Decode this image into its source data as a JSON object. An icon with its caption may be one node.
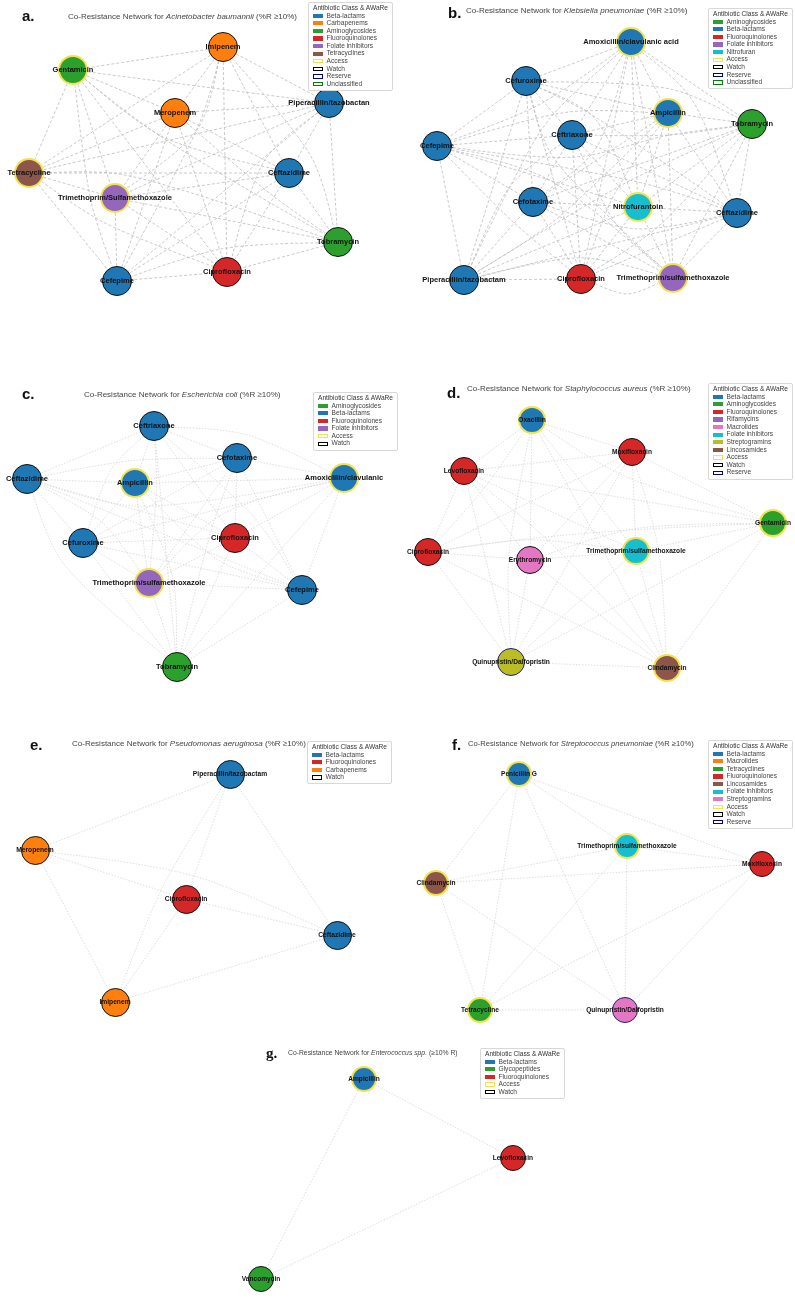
{
  "diagram": {
    "nodes": [
      {
        "text": [
          "Imipenem"
        ]
      },
      {
        "text": [
          "Gentamicin"
        ]
      },
      {
        "text": [
          "Piperacillin/tazobactan"
        ]
      },
      {
        "text": [
          "Meropenem"
        ]
      },
      {
        "text": [
          "Tetracycline"
        ]
      },
      {
        "text": [
          "Ceftazidime"
        ]
      },
      {
        "text": [
          "Trimethoprim/Sulfamethoxazole"
        ]
      },
      {
        "text": [
          "Tobramycin"
        ]
      },
      {
        "text": [
          "Ciprofloxacin"
        ]
      },
      {
        "text": [
          "Cefepime"
        ]
      },
      {
        "text": [
          "Amoxicillin/clavulanic acid"
        ]
      },
      {
        "text": [
          "Cefuroxime"
        ]
      },
      {
        "text": [
          "Ampicillin"
        ]
      },
      {
        "text": [
          "Tobramycin"
        ]
      },
      {
        "text": [
          "Ceftriaxone"
        ]
      },
      {
        "text": [
          "Cefepime"
        ]
      },
      {
        "text": [
          "Cefotaxime"
        ]
      },
      {
        "text": [
          "Nitrofurantoin"
        ]
      },
      {
        "text": [
          "Ceftazidime"
        ]
      },
      {
        "text": [
          "Piperacillin/tazobactam"
        ]
      },
      {
        "text": [
          "Ciprofloxacin"
        ]
      },
      {
        "text": [
          "Trimethoprim/sulfamethoxazole"
        ]
      },
      {
        "text": [
          "Ceftriaxone"
        ]
      },
      {
        "text": [
          "Cefotaxime"
        ]
      },
      {
        "text": [
          "Ceftazidime"
        ]
      },
      {
        "text": [
          "Ampicillin"
        ]
      },
      {
        "text": [
          "Amoxicillin/clavulanic"
        ]
      },
      {
        "text": [
          "Cefuroxime"
        ]
      },
      {
        "text": [
          "Ciprofloxacin"
        ]
      },
      {
        "text": [
          "Trimethoprim/sulfamethoxazole"
        ]
      },
      {
        "text": [
          "Cefepime"
        ]
      },
      {
        "text": [
          "Tobramycin"
        ]
      },
      {
        "text": [
          "Oxacillin"
        ]
      },
      {
        "text": [
          "Moxifloxacin"
        ]
      },
      {
        "text": [
          "Levofloxacin"
        ]
      },
      {
        "text": [
          "Gentamicin"
        ]
      },
      {
        "text": [
          "Ciprofloxacin"
        ]
      },
      {
        "text": [
          "Trimethoprim/sulfamethoxazole"
        ]
      },
      {
        "text": [
          "Erythromycin"
        ]
      },
      {
        "text": [
          "Quinupristin/Dalfopristin"
        ]
      },
      {
        "text": [
          "Clindamycin"
        ]
      },
      {
        "text": [
          "Piperacillin/tazobactam"
        ]
      },
      {
        "text": [
          "Meropenem"
        ]
      },
      {
        "text": [
          "Ciprofloxacin"
        ]
      },
      {
        "text": [
          "Ceftazidime"
        ]
      },
      {
        "text": [
          "Imipenem"
        ]
      },
      {
        "text": [
          "Penicillin G"
        ]
      },
      {
        "text": [
          "Trimethoprim/sulfamethoxazole"
        ]
      },
      {
        "text": [
          "Moxifloxacin"
        ]
      },
      {
        "text": [
          "Clindamycin"
        ]
      },
      {
        "text": [
          "Tetracycline"
        ]
      },
      {
        "text": [
          "Quinupristin/Dalfopristin"
        ]
      },
      {
        "text": [
          "Ampicillin"
        ]
      },
      {
        "text": [
          "Levofloxacin"
        ]
      },
      {
        "text": [
          "Vancomycin"
        ]
      }
    ],
    "edges": [
      {
        "from": 0,
        "to": 1,
        "arrow": "none"
      },
      {
        "from": 0,
        "to": 2,
        "arrow": "none"
      },
      {
        "from": 0,
        "to": 3,
        "arrow": "none"
      },
      {
        "from": 0,
        "to": 4,
        "arrow": "none"
      },
      {
        "from": 0,
        "to": 5,
        "arrow": "none"
      },
      {
        "from": 0,
        "to": 6,
        "arrow": "none"
      },
      {
        "from": 0,
        "to": 7,
        "arrow": "none"
      },
      {
        "from": 0,
        "to": 8,
        "arrow": "none"
      },
      {
        "from": 0,
        "to": 9,
        "arrow": "none"
      },
      {
        "from": 1,
        "to": 2,
        "arrow": "none"
      },
      {
        "from": 1,
        "to": 3,
        "arrow": "none"
      },
      {
        "from": 1,
        "to": 4,
        "arrow": "none"
      },
      {
        "from": 1,
        "to": 5,
        "arrow": "none"
      },
      {
        "from": 1,
        "to": 6,
        "arrow": "none"
      },
      {
        "from": 1,
        "to": 7,
        "arrow": "none"
      },
      {
        "from": 1,
        "to": 8,
        "arrow": "none"
      },
      {
        "from": 1,
        "to": 9,
        "arrow": "none"
      },
      {
        "from": 2,
        "to": 3,
        "arrow": "none"
      },
      {
        "from": 2,
        "to": 4,
        "arrow": "none"
      },
      {
        "from": 2,
        "to": 5,
        "arrow": "none"
      },
      {
        "from": 2,
        "to": 6,
        "arrow": "none"
      },
      {
        "from": 2,
        "to": 7,
        "arrow": "none"
      },
      {
        "from": 2,
        "to": 8,
        "arrow": "none"
      },
      {
        "from": 2,
        "to": 9,
        "arrow": "none"
      },
      {
        "from": 3,
        "to": 4,
        "arrow": "none"
      },
      {
        "from": 3,
        "to": 5,
        "arrow": "none"
      },
      {
        "from": 3,
        "to": 6,
        "arrow": "none"
      },
      {
        "from": 3,
        "to": 7,
        "arrow": "none"
      },
      {
        "from": 3,
        "to": 8,
        "arrow": "none"
      },
      {
        "from": 3,
        "to": 9,
        "arrow": "none"
      },
      {
        "from": 4,
        "to": 5,
        "arrow": "none"
      },
      {
        "from": 4,
        "to": 6,
        "arrow": "none"
      },
      {
        "from": 4,
        "to": 7,
        "arrow": "none"
      },
      {
        "from": 4,
        "to": 8,
        "arrow": "none"
      },
      {
        "from": 4,
        "to": 9,
        "arrow": "none"
      },
      {
        "from": 5,
        "to": 6,
        "arrow": "none"
      },
      {
        "from": 5,
        "to": 7,
        "arrow": "none"
      },
      {
        "from": 5,
        "to": 8,
        "arrow": "none"
      },
      {
        "from": 5,
        "to": 9,
        "arrow": "none"
      },
      {
        "from": 6,
        "to": 7,
        "arrow": "none"
      },
      {
        "from": 6,
        "to": 8,
        "arrow": "none"
      },
      {
        "from": 6,
        "to": 9,
        "arrow": "none"
      },
      {
        "from": 7,
        "to": 8,
        "arrow": "none"
      },
      {
        "from": 7,
        "to": 9,
        "arrow": "none"
      },
      {
        "from": 8,
        "to": 9,
        "arrow": "none"
      },
      {
        "from": 10,
        "to": 11,
        "arrow": "none"
      },
      {
        "from": 10,
        "to": 12,
        "arrow": "none"
      },
      {
        "from": 10,
        "to": 13,
        "arrow": "none"
      },
      {
        "from": 10,
        "to": 14,
        "arrow": "none"
      },
      {
        "from": 10,
        "to": 15,
        "arrow": "none"
      },
      {
        "from": 10,
        "to": 16,
        "arrow": "none"
      },
      {
        "from": 10,
        "to": 17,
        "arrow": "none"
      },
      {
        "from": 10,
        "to": 18,
        "arrow": "none"
      },
      {
        "from": 10,
        "to": 19,
        "arrow": "none"
      },
      {
        "from": 10,
        "to": 20,
        "arrow": "none"
      },
      {
        "from": 10,
        "to": 21,
        "arrow": "none"
      },
      {
        "from": 11,
        "to": 12,
        "arrow": "none"
      },
      {
        "from": 11,
        "to": 13,
        "arrow": "none"
      },
      {
        "from": 11,
        "to": 14,
        "arrow": "none"
      },
      {
        "from": 11,
        "to": 15,
        "arrow": "none"
      },
      {
        "from": 11,
        "to": 16,
        "arrow": "none"
      },
      {
        "from": 11,
        "to": 17,
        "arrow": "none"
      },
      {
        "from": 11,
        "to": 18,
        "arrow": "none"
      },
      {
        "from": 11,
        "to": 19,
        "arrow": "none"
      },
      {
        "from": 11,
        "to": 20,
        "arrow": "none"
      },
      {
        "from": 11,
        "to": 21,
        "arrow": "none"
      },
      {
        "from": 12,
        "to": 13,
        "arrow": "none"
      },
      {
        "from": 12,
        "to": 14,
        "arrow": "none"
      },
      {
        "from": 12,
        "to": 15,
        "arrow": "none"
      },
      {
        "from": 12,
        "to": 16,
        "arrow": "none"
      },
      {
        "from": 12,
        "to": 17,
        "arrow": "none"
      },
      {
        "from": 12,
        "to": 18,
        "arrow": "none"
      },
      {
        "from": 12,
        "to": 19,
        "arrow": "none"
      },
      {
        "from": 12,
        "to": 20,
        "arrow": "none"
      },
      {
        "from": 12,
        "to": 21,
        "arrow": "none"
      },
      {
        "from": 13,
        "to": 14,
        "arrow": "none"
      },
      {
        "from": 13,
        "to": 15,
        "arrow": "none"
      },
      {
        "from": 13,
        "to": 16,
        "arrow": "none"
      },
      {
        "from": 13,
        "to": 17,
        "arrow": "none"
      },
      {
        "from": 13,
        "to": 18,
        "arrow": "none"
      },
      {
        "from": 13,
        "to": 19,
        "arrow": "none"
      },
      {
        "from": 13,
        "to": 20,
        "arrow": "none"
      },
      {
        "from": 13,
        "to": 21,
        "arrow": "none"
      },
      {
        "from": 14,
        "to": 15,
        "arrow": "none"
      },
      {
        "from": 14,
        "to": 16,
        "arrow": "none"
      },
      {
        "from": 14,
        "to": 17,
        "arrow": "none"
      },
      {
        "from": 14,
        "to": 18,
        "arrow": "none"
      },
      {
        "from": 14,
        "to": 19,
        "arrow": "none"
      },
      {
        "from": 14,
        "to": 20,
        "arrow": "none"
      },
      {
        "from": 14,
        "to": 21,
        "arrow": "none"
      },
      {
        "from": 15,
        "to": 16,
        "arrow": "none"
      },
      {
        "from": 15,
        "to": 17,
        "arrow": "none"
      },
      {
        "from": 15,
        "to": 18,
        "arrow": "none"
      },
      {
        "from": 15,
        "to": 19,
        "arrow": "none"
      },
      {
        "from": 15,
        "to": 20,
        "arrow": "none"
      },
      {
        "from": 15,
        "to": 21,
        "arrow": "none"
      },
      {
        "from": 16,
        "to": 17,
        "arrow": "none"
      },
      {
        "from": 16,
        "to": 18,
        "arrow": "none"
      },
      {
        "from": 16,
        "to": 19,
        "arrow": "none"
      },
      {
        "from": 16,
        "to": 20,
        "arrow": "none"
      },
      {
        "from": 16,
        "to": 21,
        "arrow": "none"
      },
      {
        "from": 17,
        "to": 18,
        "arrow": "none"
      },
      {
        "from": 17,
        "to": 19,
        "arrow": "none"
      },
      {
        "from": 17,
        "to": 20,
        "arrow": "none"
      },
      {
        "from": 17,
        "to": 21,
        "arrow": "none"
      },
      {
        "from": 18,
        "to": 19,
        "arrow": "none"
      },
      {
        "from": 18,
        "to": 20,
        "arrow": "none"
      },
      {
        "from": 18,
        "to": 21,
        "arrow": "none"
      },
      {
        "from": 19,
        "to": 20,
        "arrow": "none"
      },
      {
        "from": 19,
        "to": 21,
        "arrow": "none"
      },
      {
        "from": 20,
        "to": 21,
        "arrow": "none"
      },
      {
        "from": 22,
        "to": 23,
        "arrow": "none"
      },
      {
        "from": 22,
        "to": 24,
        "arrow": "none"
      },
      {
        "from": 22,
        "to": 25,
        "arrow": "none"
      },
      {
        "from": 22,
        "to": 26,
        "arrow": "none"
      },
      {
        "from": 22,
        "to": 27,
        "arrow": "none"
      },
      {
        "from": 22,
        "to": 28,
        "arrow": "none"
      },
      {
        "from": 22,
        "to": 29,
        "arrow": "none"
      },
      {
        "from": 22,
        "to": 30,
        "arrow": "none"
      },
      {
        "from": 22,
        "to": 31,
        "arrow": "none"
      },
      {
        "from": 23,
        "to": 24,
        "arrow": "none"
      },
      {
        "from": 23,
        "to": 25,
        "arrow": "none"
      },
      {
        "from": 23,
        "to": 26,
        "arrow": "none"
      },
      {
        "from": 23,
        "to": 27,
        "arrow": "none"
      },
      {
        "from": 23,
        "to": 28,
        "arrow": "none"
      },
      {
        "from": 23,
        "to": 29,
        "arrow": "none"
      },
      {
        "from": 23,
        "to": 30,
        "arrow": "none"
      },
      {
        "from": 23,
        "to": 31,
        "arrow": "none"
      },
      {
        "from": 24,
        "to": 25,
        "arrow": "none"
      },
      {
        "from": 24,
        "to": 26,
        "arrow": "none"
      },
      {
        "from": 24,
        "to": 27,
        "arrow": "none"
      },
      {
        "from": 24,
        "to": 28,
        "arrow": "none"
      },
      {
        "from": 24,
        "to": 29,
        "arrow": "none"
      },
      {
        "from": 24,
        "to": 30,
        "arrow": "none"
      },
      {
        "from": 24,
        "to": 31,
        "arrow": "none"
      },
      {
        "from": 25,
        "to": 26,
        "arrow": "none"
      },
      {
        "from": 25,
        "to": 27,
        "arrow": "none"
      },
      {
        "from": 25,
        "to": 28,
        "arrow": "none"
      },
      {
        "from": 25,
        "to": 29,
        "arrow": "none"
      },
      {
        "from": 25,
        "to": 30,
        "arrow": "none"
      },
      {
        "from": 25,
        "to": 31,
        "arrow": "none"
      },
      {
        "from": 26,
        "to": 27,
        "arrow": "none"
      },
      {
        "from": 26,
        "to": 28,
        "arrow": "none"
      },
      {
        "from": 26,
        "to": 29,
        "arrow": "none"
      },
      {
        "from": 26,
        "to": 30,
        "arrow": "none"
      },
      {
        "from": 26,
        "to": 31,
        "arrow": "none"
      },
      {
        "from": 27,
        "to": 28,
        "arrow": "none"
      },
      {
        "from": 27,
        "to": 29,
        "arrow": "none"
      },
      {
        "from": 27,
        "to": 30,
        "arrow": "none"
      },
      {
        "from": 27,
        "to": 31,
        "arrow": "none"
      },
      {
        "from": 28,
        "to": 29,
        "arrow": "none"
      },
      {
        "from": 28,
        "to": 30,
        "arrow": "none"
      },
      {
        "from": 28,
        "to": 31,
        "arrow": "none"
      },
      {
        "from": 29,
        "to": 30,
        "arrow": "none"
      },
      {
        "from": 29,
        "to": 31,
        "arrow": "none"
      },
      {
        "from": 30,
        "to": 31,
        "arrow": "none"
      },
      {
        "from": 32,
        "to": 33,
        "arrow": "none"
      },
      {
        "from": 32,
        "to": 34,
        "arrow": "none"
      },
      {
        "from": 32,
        "to": 35,
        "arrow": "none"
      },
      {
        "from": 32,
        "to": 36,
        "arrow": "none"
      },
      {
        "from": 32,
        "to": 37,
        "arrow": "none"
      },
      {
        "from": 32,
        "to": 38,
        "arrow": "none"
      },
      {
        "from": 32,
        "to": 39,
        "arrow": "none"
      },
      {
        "from": 32,
        "to": 40,
        "arrow": "none"
      },
      {
        "from": 33,
        "to": 34,
        "arrow": "none"
      },
      {
        "from": 33,
        "to": 35,
        "arrow": "none"
      },
      {
        "from": 33,
        "to": 36,
        "arrow": "none"
      },
      {
        "from": 33,
        "to": 37,
        "arrow": "none"
      },
      {
        "from": 33,
        "to": 38,
        "arrow": "none"
      },
      {
        "from": 33,
        "to": 39,
        "arrow": "none"
      },
      {
        "from": 33,
        "to": 40,
        "arrow": "none"
      },
      {
        "from": 34,
        "to": 35,
        "arrow": "none"
      },
      {
        "from": 34,
        "to": 36,
        "arrow": "none"
      },
      {
        "from": 34,
        "to": 37,
        "arrow": "none"
      },
      {
        "from": 34,
        "to": 38,
        "arrow": "none"
      },
      {
        "from": 34,
        "to": 39,
        "arrow": "none"
      },
      {
        "from": 34,
        "to": 40,
        "arrow": "none"
      },
      {
        "from": 35,
        "to": 36,
        "arrow": "none"
      },
      {
        "from": 35,
        "to": 37,
        "arrow": "none"
      },
      {
        "from": 35,
        "to": 38,
        "arrow": "none"
      },
      {
        "from": 35,
        "to": 39,
        "arrow": "none"
      },
      {
        "from": 35,
        "to": 40,
        "arrow": "none"
      },
      {
        "from": 36,
        "to": 37,
        "arrow": "none"
      },
      {
        "from": 36,
        "to": 38,
        "arrow": "none"
      },
      {
        "from": 36,
        "to": 39,
        "arrow": "none"
      },
      {
        "from": 36,
        "to": 40,
        "arrow": "none"
      },
      {
        "from": 37,
        "to": 38,
        "arrow": "none"
      },
      {
        "from": 37,
        "to": 39,
        "arrow": "none"
      },
      {
        "from": 37,
        "to": 40,
        "arrow": "none"
      },
      {
        "from": 38,
        "to": 39,
        "arrow": "none"
      },
      {
        "from": 38,
        "to": 40,
        "arrow": "none"
      },
      {
        "from": 39,
        "to": 40,
        "arrow": "none"
      },
      {
        "from": 41,
        "to": 42,
        "arrow": "none"
      },
      {
        "from": 41,
        "to": 43,
        "arrow": "none"
      },
      {
        "from": 41,
        "to": 44,
        "arrow": "none"
      },
      {
        "from": 41,
        "to": 45,
        "arrow": "none"
      },
      {
        "from": 42,
        "to": 43,
        "arrow": "none"
      },
      {
        "from": 42,
        "to": 44,
        "arrow": "none"
      },
      {
        "from": 42,
        "to": 45,
        "arrow": "none"
      },
      {
        "from": 43,
        "to": 44,
        "arrow": "none"
      },
      {
        "from": 43,
        "to": 45,
        "arrow": "none"
      },
      {
        "from": 44,
        "to": 45,
        "arrow": "none"
      },
      {
        "from": 46,
        "to": 47,
        "arrow": "none"
      },
      {
        "from": 46,
        "to": 48,
        "arrow": "none"
      },
      {
        "from": 46,
        "to": 49,
        "arrow": "none"
      },
      {
        "from": 46,
        "to": 50,
        "arrow": "none"
      },
      {
        "from": 46,
        "to": 51,
        "arrow": "none"
      },
      {
        "from": 47,
        "to": 48,
        "arrow": "none"
      },
      {
        "from": 47,
        "to": 49,
        "arrow": "none"
      },
      {
        "from": 47,
        "to": 50,
        "arrow": "none"
      },
      {
        "from": 47,
        "to": 51,
        "arrow": "none"
      },
      {
        "from": 48,
        "to": 49,
        "arrow": "none"
      },
      {
        "from": 48,
        "to": 50,
        "arrow": "none"
      },
      {
        "from": 48,
        "to": 51,
        "arrow": "none"
      },
      {
        "from": 49,
        "to": 50,
        "arrow": "none"
      },
      {
        "from": 49,
        "to": 51,
        "arrow": "none"
      },
      {
        "from": 50,
        "to": 51,
        "arrow": "none"
      },
      {
        "from": 52,
        "to": 53,
        "arrow": "none"
      },
      {
        "from": 52,
        "to": 54,
        "arrow": "none"
      },
      {
        "from": 53,
        "to": 54,
        "arrow": "none"
      }
    ],
    "labels": [
      "a.",
      "Co-Resistance Network for *Acinetobacter baumannii* (%R ≥10%)",
      "Antibiotic Class & AWaRe",
      "b.",
      "Co-Resistance Network for *Klebsiella pneumoniae* (%R ≥10%)",
      "Antibiotic Class & AWaRe",
      "c.",
      "Co-Resistance Network for *Escherichia coli* (%R ≥10%)",
      "Antibiotic Class & AWaRe",
      "d.",
      "Co-Resistance Network for *Staphylococcus aureus* (%R ≥10%)",
      "Antibiotic Class & AWaRe",
      "e.",
      "Co-Resistance Network for *Pseudomonas aeruginosa* (%R ≥10%)",
      "Antibiotic Class & AWaRe",
      "f.",
      "Co-Resistance Network for *Streptococcus pneumoniae* (%R ≥10%)",
      "Antibiotic Class & AWaRe",
      "g.",
      "Co-Resistance Network for *Enterococcus spp.* (≥10% R)",
      "Antibiotic Class & AWaRe"
    ],
    "legend": [
      {
        "text": "Beta-lactams",
        "color": "#1f77b4"
      },
      {
        "text": "Carbapenems",
        "color": "#ff7f0e"
      },
      {
        "text": "Aminoglycosides",
        "color": "#2ca02c"
      },
      {
        "text": "Fluoroquinolones",
        "color": "#d62728"
      },
      {
        "text": "Folate inhibitors",
        "color": "#9467bd"
      },
      {
        "text": "Tetracyclines",
        "color": "#8c564b"
      },
      {
        "text": "Access",
        "color": "#f2e34c"
      },
      {
        "text": "Watch",
        "color": "#000000"
      },
      {
        "text": "Reserve",
        "color": "#00008b"
      },
      {
        "text": "Unclassified",
        "color": "#008000"
      },
      {
        "text": "Aminoglycosides",
        "color": "#2ca02c"
      },
      {
        "text": "Beta-lactams",
        "color": "#1f77b4"
      },
      {
        "text": "Fluoroquinolones",
        "color": "#d62728"
      },
      {
        "text": "Folate inhibitors",
        "color": "#9467bd"
      },
      {
        "text": "Nitrofuran",
        "color": "#17becf"
      },
      {
        "text": "Access",
        "color": "#f2e34c"
      },
      {
        "text": "Watch",
        "color": "#000000"
      },
      {
        "text": "Reserve",
        "color": "#00008b"
      },
      {
        "text": "Unclassified",
        "color": "#008000"
      },
      {
        "text": "Aminoglycosides",
        "color": "#2ca02c"
      },
      {
        "text": "Beta-lactams",
        "color": "#1f77b4"
      },
      {
        "text": "Fluoroquinolones",
        "color": "#d62728"
      },
      {
        "text": "Folate inhibitors",
        "color": "#9467bd"
      },
      {
        "text": "Access",
        "color": "#f2e34c"
      },
      {
        "text": "Watch",
        "color": "#000000"
      },
      {
        "text": "Beta-lactams",
        "color": "#1f77b4"
      },
      {
        "text": "Aminoglycosides",
        "color": "#2ca02c"
      },
      {
        "text": "Fluoroquinolones",
        "color": "#d62728"
      },
      {
        "text": "Rifamycins",
        "color": "#9467bd"
      },
      {
        "text": "Macrolides",
        "color": "#e377c2"
      },
      {
        "text": "Folate inhibitors",
        "color": "#17becf"
      },
      {
        "text": "Streptogramins",
        "color": "#bcbd22"
      },
      {
        "text": "Lincosamides",
        "color": "#8c564b"
      },
      {
        "text": "Access",
        "color": "#f2e34c"
      },
      {
        "text": "Watch",
        "color": "#000000"
      },
      {
        "text": "Reserve",
        "color": "#00008b"
      },
      {
        "text": "Beta-lactams",
        "color": "#1f77b4"
      },
      {
        "text": "Fluoroquinolones",
        "color": "#d62728"
      },
      {
        "text": "Carbapenems",
        "color": "#ff7f0e"
      },
      {
        "text": "Watch",
        "color": "#000000"
      },
      {
        "text": "Beta-lactams",
        "color": "#1f77b4"
      },
      {
        "text": "Macrolides",
        "color": "#ff7f0e"
      },
      {
        "text": "Tetracyclines",
        "color": "#2ca02c"
      },
      {
        "text": "Fluoroquinolones",
        "color": "#d62728"
      },
      {
        "text": "Lincosamides",
        "color": "#8c564b"
      },
      {
        "text": "Folate inhibitors",
        "color": "#17becf"
      },
      {
        "text": "Streptogramins",
        "color": "#e377c2"
      },
      {
        "text": "Access",
        "color": "#f2e34c"
      },
      {
        "text": "Watch",
        "color": "#000000"
      },
      {
        "text": "Reserve",
        "color": "#00008b"
      },
      {
        "text": "Beta-lactams",
        "color": "#1f77b4"
      },
      {
        "text": "Glycopeptides",
        "color": "#2ca02c"
      },
      {
        "text": "Fluoroquinolones",
        "color": "#d62728"
      },
      {
        "text": "Access",
        "color": "#f2e34c"
      },
      {
        "text": "Watch",
        "color": "#000000"
      }
    ]
  }
}
